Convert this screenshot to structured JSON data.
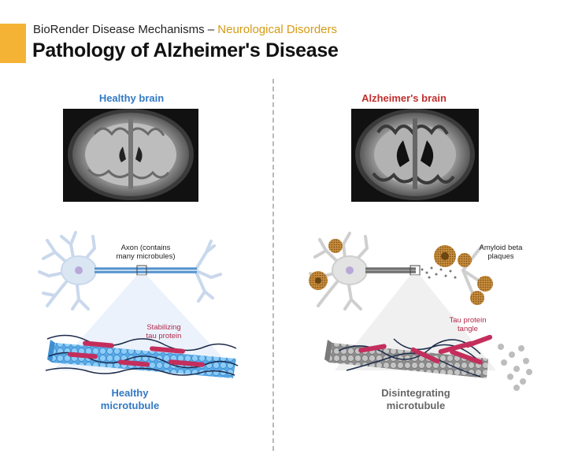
{
  "header": {
    "source": "BioRender Disease Mechanisms – ",
    "category": "Neurological Disorders",
    "title": "Pathology of Alzheimer's Disease"
  },
  "healthy": {
    "title": "Healthy brain",
    "axon_label_line1": "Axon (contains",
    "axon_label_line2": "many microbules)",
    "tau_label_line1": "Stabilizing",
    "tau_label_line2": "tau protein",
    "microtubule_line1": "Healthy",
    "microtubule_line2": "microtubule"
  },
  "alzheimers": {
    "title": "Alzheimer's brain",
    "amyloid_label_line1": "Amyloid beta",
    "amyloid_label_line2": "plaques",
    "tangle_label_line1": "Tau protein",
    "tangle_label_line2": "tangle",
    "microtubule_line1": "Disintegrating",
    "microtubule_line2": "microtubule"
  },
  "colors": {
    "accent": "#f5b335",
    "category": "#d69a14",
    "healthy": "#3279c4",
    "alzheimers": "#c0302e",
    "tau": "#b3284a",
    "divider": "#b8b8b8"
  }
}
